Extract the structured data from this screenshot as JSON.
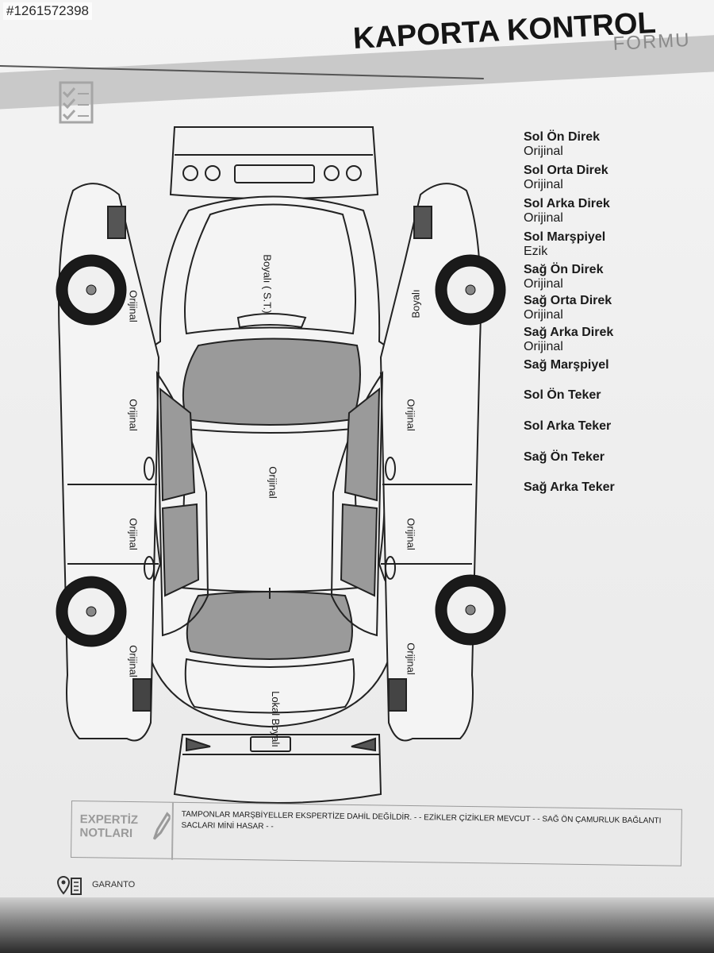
{
  "photo_id": "#1261572398",
  "header": {
    "title": "KAPORTA KONTROL",
    "subtitle": "FORMU"
  },
  "parts": [
    {
      "name": "Sol Ön Direk",
      "value": "Orijinal"
    },
    {
      "name": "Sol Orta Direk",
      "value": "Orijinal"
    },
    {
      "name": "Sol Arka Direk",
      "value": "Orijinal"
    },
    {
      "name": "Sol Marşpiyel",
      "value": "Ezik"
    },
    {
      "name": "Sağ Ön Direk",
      "value": "Orijinal"
    },
    {
      "name": "Sağ Orta Direk",
      "value": "Orijinal"
    },
    {
      "name": "Sağ Arka Direk",
      "value": "Orijinal"
    },
    {
      "name": "Sağ Marşpiyel",
      "value": ""
    },
    {
      "name": "Sol Ön Teker",
      "value": ""
    },
    {
      "name": "Sol Arka Teker",
      "value": ""
    },
    {
      "name": "Sağ Ön Teker",
      "value": ""
    },
    {
      "name": "Sağ Arka Teker",
      "value": ""
    }
  ],
  "car_labels": {
    "hood": "Boyalı ( S.T.)",
    "roof": "Orijinal",
    "trunk": "Lokal Boyalı",
    "left_front_fender": "Orijinal",
    "left_front_door": "Orijinal",
    "left_rear_door": "Orijinal",
    "left_rear_fender": "Orijinal",
    "right_front_fender": "Boyalı",
    "right_front_door": "Orijinal",
    "right_rear_door": "Orijinal",
    "right_rear_fender": "Orijinal"
  },
  "notes": {
    "badge_line1": "EXPERTİZ",
    "badge_line2": "NOTLARI",
    "text": "TAMPONLAR MARŞBİYELLER EKSPERTİZE DAHİL DEĞİLDİR. - - EZİKLER ÇİZİKLER MEVCUT - - SAĞ ÖN ÇAMURLUK BAĞLANTI SACLARI MİNİ HASAR - -"
  },
  "footer": {
    "text": "GARANTO"
  },
  "colors": {
    "paper": "#f0f0f0",
    "band": "#c9c9c9",
    "glass": "#9a9a9a",
    "ink": "#1e1e1e"
  }
}
